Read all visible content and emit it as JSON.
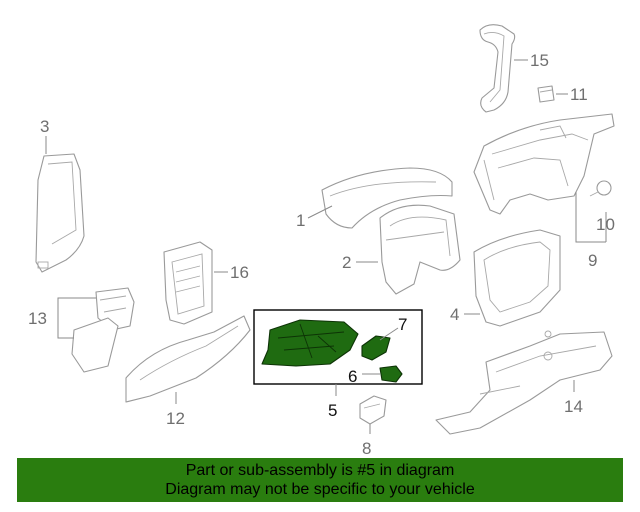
{
  "diagram": {
    "callouts": [
      {
        "id": "c1",
        "text": "1"
      },
      {
        "id": "c2",
        "text": "2"
      },
      {
        "id": "c3",
        "text": "3"
      },
      {
        "id": "c4",
        "text": "4"
      },
      {
        "id": "c5",
        "text": "5"
      },
      {
        "id": "c6",
        "text": "6"
      },
      {
        "id": "c7",
        "text": "7"
      },
      {
        "id": "c8",
        "text": "8"
      },
      {
        "id": "c9",
        "text": "9"
      },
      {
        "id": "c10",
        "text": "10"
      },
      {
        "id": "c11",
        "text": "11"
      },
      {
        "id": "c12",
        "text": "12"
      },
      {
        "id": "c13",
        "text": "13"
      },
      {
        "id": "c14",
        "text": "14"
      },
      {
        "id": "c15",
        "text": "15"
      },
      {
        "id": "c16",
        "text": "16"
      }
    ],
    "highlight_color": "#1f6b11",
    "line_color": "#9a9a9a"
  },
  "banner": {
    "line1": "Part or sub-assembly is #5 in diagram",
    "line2": "Diagram may not be specific to your vehicle",
    "background": "#2a7d0f"
  }
}
